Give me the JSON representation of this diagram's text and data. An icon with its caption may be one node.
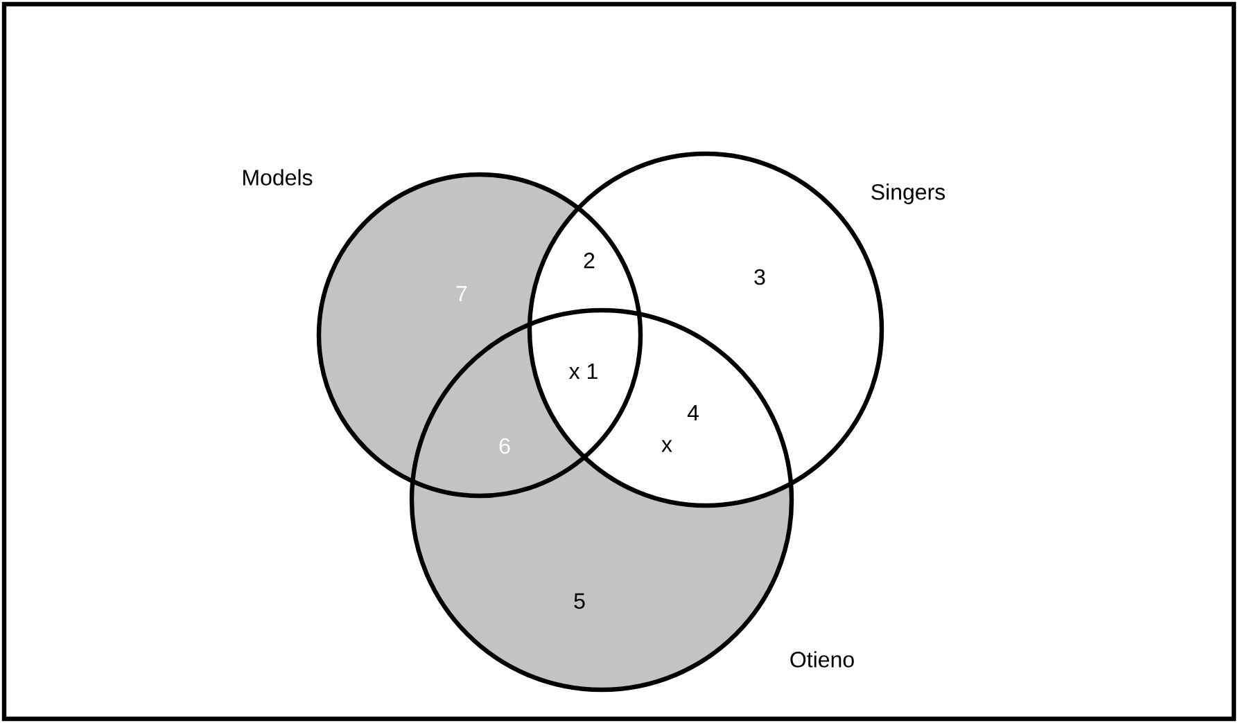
{
  "diagram": {
    "nodes": [
      {
        "text": [
          "Models"
        ]
      },
      {
        "text": [
          "Singers"
        ]
      },
      {
        "text": [
          "Otieno"
        ]
      }
    ],
    "labels": [
      "2",
      "3",
      "7",
      "x 1",
      "4",
      "6",
      "x",
      "5"
    ]
  }
}
